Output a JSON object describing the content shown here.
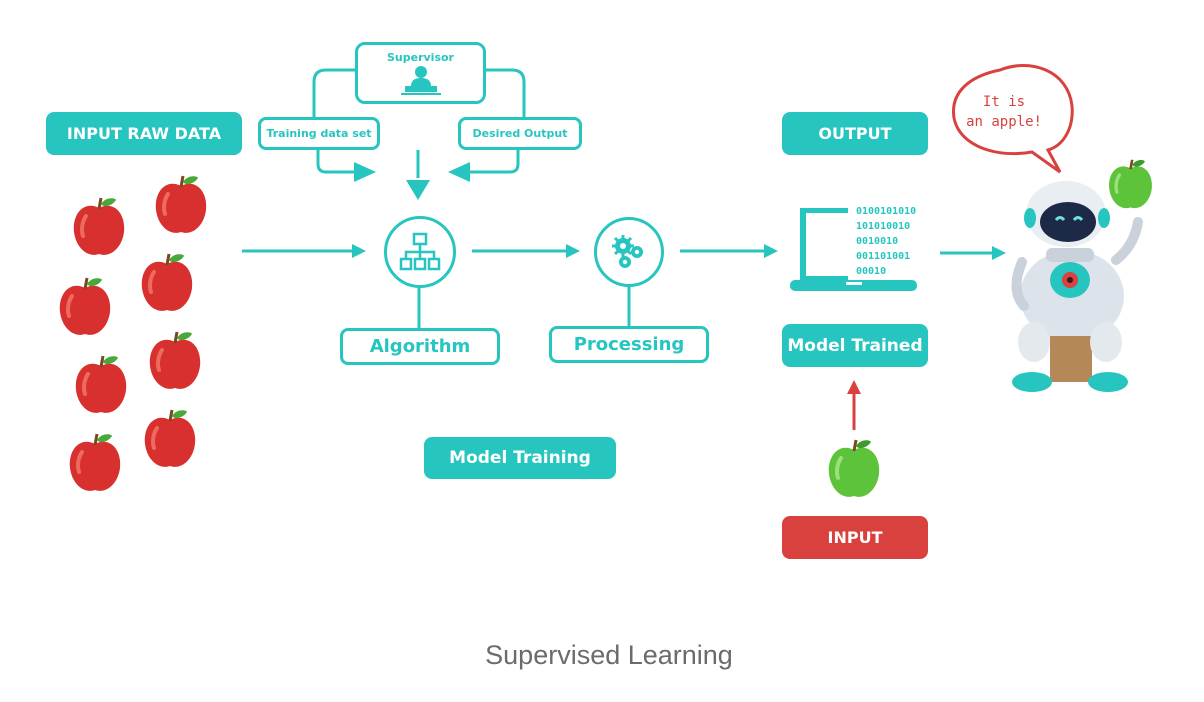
{
  "labels": {
    "input_raw_data": "INPUT RAW DATA",
    "supervisor": "Supervisor",
    "training_data_set": "Training data set",
    "desired_output": "Desired Output",
    "algorithm": "Algorithm",
    "processing": "Processing",
    "model_training": "Model Training",
    "output": "OUTPUT",
    "model_trained": "Model Trained",
    "input": "INPUT"
  },
  "speech_bubble": {
    "line1": "It is",
    "line2": "an apple!"
  },
  "binary_lines": [
    "0100101010",
    "101010010",
    "0010010",
    "001101001",
    "00010"
  ],
  "caption": "Supervised Learning",
  "colors": {
    "teal": "#27c5c0",
    "red_pill": "#d9413f",
    "apple_red": "#d8302f",
    "apple_green": "#5cc33a",
    "caption_gray": "#6b6b6b"
  },
  "icons": [
    "apple-icon",
    "supervisor-icon",
    "hierarchy-icon",
    "gears-icon",
    "laptop-icon",
    "robot-icon",
    "arrow-icon"
  ]
}
